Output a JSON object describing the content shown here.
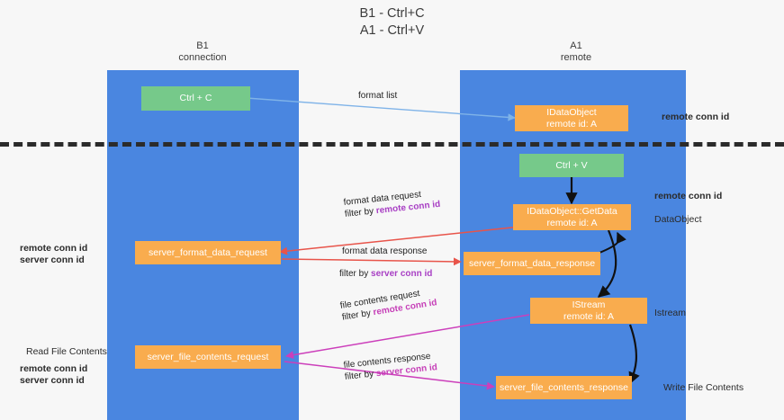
{
  "title": {
    "line1": "B1 - Ctrl+C",
    "line2": "A1 - Ctrl+V"
  },
  "columns": [
    {
      "name": "B1",
      "role": "connection"
    },
    {
      "name": "A1",
      "role": "remote"
    }
  ],
  "boxes": [
    {
      "id": "ctrl-c",
      "label": "Ctrl + C",
      "sub": "",
      "color": "#76c98a"
    },
    {
      "id": "idataobject",
      "label": "IDataObject",
      "sub": "remote id: A",
      "color": "#f9ac4e"
    },
    {
      "id": "ctrl-v",
      "label": "Ctrl + V",
      "sub": "",
      "color": "#76c98a"
    },
    {
      "id": "getdata",
      "label": "IDataObject::GetData",
      "sub": "remote id: A",
      "color": "#f9ac4e"
    },
    {
      "id": "server-format-data-request",
      "label": "server_format_data_request",
      "sub": "",
      "color": "#f9ac4e"
    },
    {
      "id": "server-format-data-response",
      "label": "server_format_data_response",
      "sub": "",
      "color": "#f9ac4e"
    },
    {
      "id": "istream",
      "label": "IStream",
      "sub": "remote id: A",
      "color": "#f9ac4e"
    },
    {
      "id": "server-file-contents-request",
      "label": "server_file_contents_request",
      "sub": "",
      "color": "#f9ac4e"
    },
    {
      "id": "server-file-contents-response",
      "label": "server_file_contents_response",
      "sub": "",
      "color": "#f9ac4e"
    }
  ],
  "edges": {
    "format_list": "format list",
    "format_data_request": "format data request",
    "format_data_request_filter_prefix": "filter by ",
    "format_data_request_filter_key": "remote conn id",
    "format_data_response": "format data response",
    "format_data_response_filter_prefix": "filter by ",
    "format_data_response_filter_key": "server conn id",
    "file_contents_request": "file contents request",
    "file_contents_request_filter_prefix": "filter by ",
    "file_contents_request_filter_key": "remote conn id",
    "file_contents_response": "file contents response",
    "file_contents_response_filter_prefix": "filter by ",
    "file_contents_response_filter_key": "server conn id"
  },
  "annotations": {
    "right_remote_conn_id_top": "remote conn id",
    "right_remote_conn_id_mid": "remote conn id",
    "right_dataobject": "DataObject",
    "right_istream": "Istream",
    "right_write_file_contents": "Write File Contents",
    "left_remote_conn_id_mid": "remote conn id",
    "left_server_conn_id_mid": "server conn id",
    "left_read_file_contents": "Read File Contents",
    "left_remote_conn_id_bottom": "remote conn id",
    "left_server_conn_id_bottom": "server conn id"
  },
  "colors": {
    "lane": "#4a86e0",
    "green_box": "#76c98a",
    "orange_box": "#f9ac4e",
    "purple": "#a83fc4",
    "magenta": "#c63fb8",
    "green_text": "#63b877",
    "arrow_blue": "#7fb3e8",
    "arrow_red": "#e8544a",
    "arrow_black": "#111111",
    "arrow_magenta": "#cc3fbb",
    "divider": "#2b2b2b",
    "background": "#f7f7f7"
  }
}
